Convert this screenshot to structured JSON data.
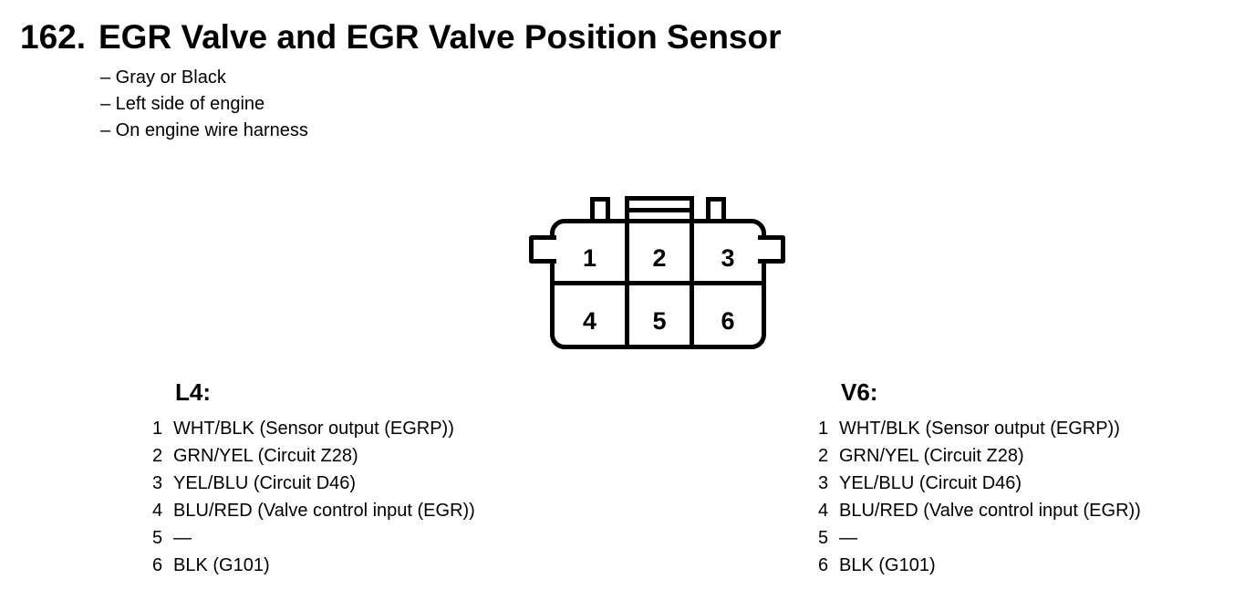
{
  "page": {
    "number": "162.",
    "title": "EGR Valve and EGR Valve Position Sensor",
    "notes": [
      "– Gray or Black",
      "– Left side of engine",
      "– On engine wire harness"
    ]
  },
  "connector": {
    "pins": [
      "1",
      "2",
      "3",
      "4",
      "5",
      "6"
    ]
  },
  "sections": [
    {
      "label": "L4:",
      "pins": [
        {
          "num": "1",
          "desc": "WHT/BLK (Sensor output (EGRP))"
        },
        {
          "num": "2",
          "desc": "GRN/YEL (Circuit Z28)"
        },
        {
          "num": "3",
          "desc": "YEL/BLU (Circuit D46)"
        },
        {
          "num": "4",
          "desc": "BLU/RED (Valve control input (EGR))"
        },
        {
          "num": "5",
          "desc": "—"
        },
        {
          "num": "6",
          "desc": "BLK (G101)"
        }
      ]
    },
    {
      "label": "V6:",
      "pins": [
        {
          "num": "1",
          "desc": "WHT/BLK (Sensor output (EGRP))"
        },
        {
          "num": "2",
          "desc": "GRN/YEL (Circuit Z28)"
        },
        {
          "num": "3",
          "desc": "YEL/BLU (Circuit D46)"
        },
        {
          "num": "4",
          "desc": "BLU/RED (Valve control input (EGR))"
        },
        {
          "num": "5",
          "desc": "—"
        },
        {
          "num": "6",
          "desc": "BLK (G101)"
        }
      ]
    }
  ],
  "colors": {
    "ink": "#000000",
    "paper": "#ffffff"
  }
}
